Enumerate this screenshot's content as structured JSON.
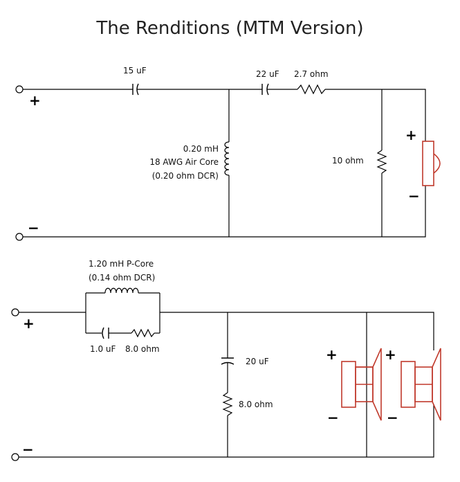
{
  "title": "The Renditions (MTM Version)",
  "tweeter_circuit": {
    "series_cap_1": "15 uF",
    "series_cap_2": "22 uF",
    "series_res": "2.7 ohm",
    "shunt_inductor": [
      "0.20 mH",
      "18 AWG Air Core",
      "(0.20 ohm DCR)"
    ],
    "shunt_res": "10 ohm",
    "input_plus": "+",
    "input_minus": "−",
    "driver_plus": "+",
    "driver_minus": "−"
  },
  "woofer_circuit": {
    "series_inductor": [
      "1.20 mH P-Core",
      "(0.14 ohm DCR)"
    ],
    "notch_cap": "1.0 uF",
    "notch_res": "8.0 ohm",
    "shunt_cap": "20 uF",
    "shunt_res": "8.0 ohm",
    "input_plus": "+",
    "input_minus": "−",
    "driver1_plus": "+",
    "driver1_minus": "−",
    "driver2_plus": "+",
    "driver2_minus": "−"
  },
  "colors": {
    "wire": "#000000",
    "speaker": "#c0392b"
  }
}
